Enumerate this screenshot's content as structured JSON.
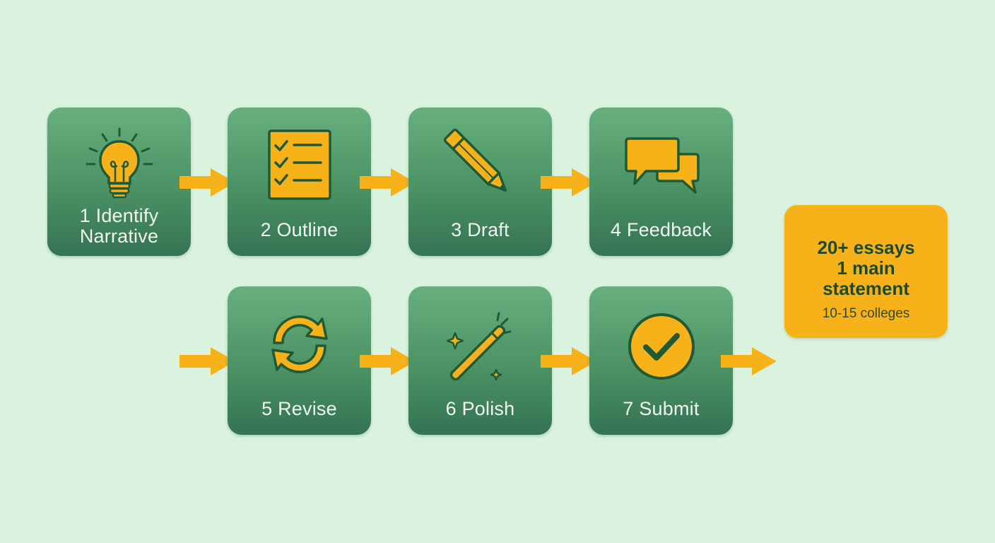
{
  "steps": [
    {
      "number": "1",
      "label_lines": [
        "1 Identify",
        "Narrative"
      ],
      "icon": "lightbulb-icon"
    },
    {
      "number": "2",
      "label": "2 Outline",
      "icon": "checklist-icon"
    },
    {
      "number": "3",
      "label": "3 Draft",
      "icon": "pencil-icon"
    },
    {
      "number": "4",
      "label": "4 Feedback",
      "icon": "chat-bubbles-icon"
    },
    {
      "number": "5",
      "label": "5 Revise",
      "icon": "cycle-arrows-icon"
    },
    {
      "number": "6",
      "label": "6 Polish",
      "icon": "magic-wand-icon"
    },
    {
      "number": "7",
      "label": "7 Submit",
      "icon": "checkmark-circle-icon"
    }
  ],
  "summary": {
    "line1": "20+ essays",
    "line2": "1 main",
    "line3": "statement",
    "detail": "10-15 colleges"
  },
  "colors": {
    "background": "#daf3de",
    "card_top": "#67b07e",
    "card_bottom": "#347353",
    "accent": "#f8b219",
    "icon_outline": "#1f5a35",
    "label_text": "#f2f8ef",
    "summary_text": "#1c4a2c"
  }
}
